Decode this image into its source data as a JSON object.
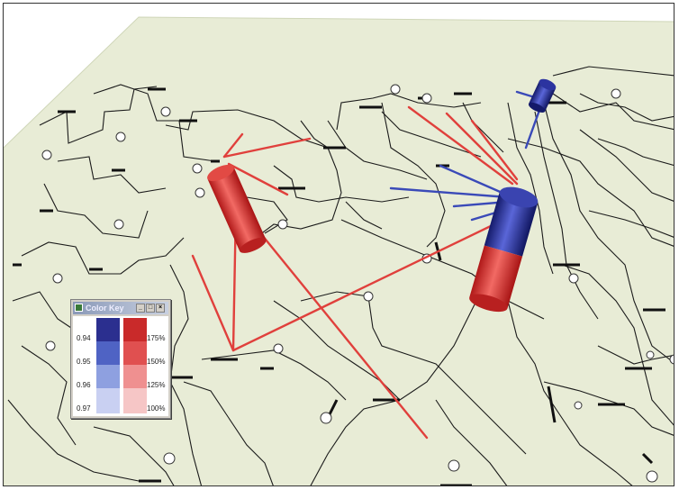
{
  "colors": {
    "ground": "#e6ead4",
    "ground_edge": "#d2d8bc",
    "line": "#111111",
    "flow_red": "#e0403c",
    "flow_blue": "#3a4ab8",
    "cyl_red_dark": "#b01818",
    "cyl_red_light": "#f06060",
    "cyl_blue_dark": "#141a6a",
    "cyl_blue_light": "#5a66d8"
  },
  "color_key": {
    "title": "Color Key",
    "min_label": "_",
    "max_label": "□",
    "close_label": "×",
    "left_labels": [
      "0.94",
      "0.95",
      "0.96",
      "0.97"
    ],
    "right_labels": [
      "175%",
      "150%",
      "125%",
      "100%"
    ],
    "blue_shades": [
      "#2b2f8f",
      "#4f63c4",
      "#8ea0e0",
      "#c9d0f2"
    ],
    "red_shades": [
      "#c92a2a",
      "#e05050",
      "#ef9090",
      "#f6c6c6"
    ]
  },
  "icons": {
    "generator": "generator-icon",
    "window": "window-icon"
  }
}
